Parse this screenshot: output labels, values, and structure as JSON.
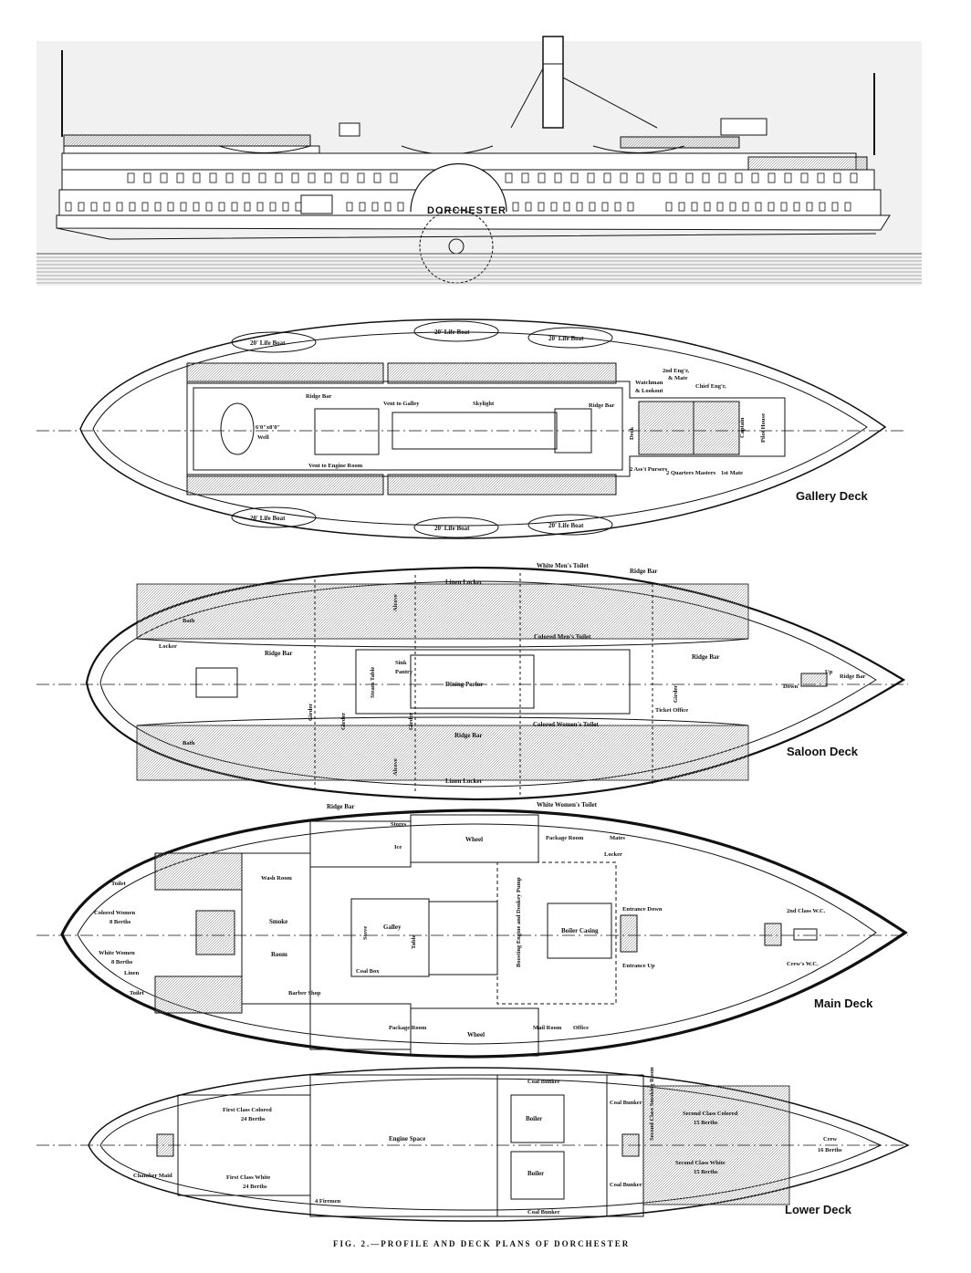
{
  "figure": {
    "caption": "FIG. 2.—PROFILE AND DECK PLANS OF DORCHESTER",
    "ship_name": "DORCHESTER"
  },
  "decks": {
    "gallery": {
      "name": "Gallery Deck",
      "labels": {
        "lifeboat_top_1": "20' Life Boat",
        "lifeboat_top_2": "20' Life Boat",
        "lifeboat_top_3": "20' Life Boat",
        "lifeboat_bot_1": "20' Life Boat",
        "lifeboat_bot_2": "20' Life Boat",
        "lifeboat_bot_3": "20' Life Boat",
        "ridge_bar_1": "Ridge Bar",
        "ridge_bar_2": "Ridge Bar",
        "vent_galley": "Vent to Galley",
        "vent_engine": "Vent to Engine Room",
        "skylight": "Skylight",
        "well_dim": "6'0\"x8'0\"",
        "well": "Well",
        "watchman": "Watchman",
        "lookout": "& Lookout",
        "eng2": "2nd Eng'r,",
        "mate": "& Mate",
        "chief_eng": "Chief Eng'r,",
        "captain": "Captain",
        "pilot_house": "Pilot House",
        "asst_pursers": "2 Ass't Pursers",
        "quarters": "2 Quarters Masters",
        "first_mate": "1st Mate",
        "deck": "Deck"
      }
    },
    "saloon": {
      "name": "Saloon Deck",
      "labels": {
        "white_mens_toilet": "White Men's Toilet",
        "ridge_bar_top": "Ridge Bar",
        "linen_locker_top": "Linen Locker",
        "alcove_top": "Alcove",
        "colored_mens_toilet": "Colored Men's Toilet",
        "ridge_bar_mid_left": "Ridge Bar",
        "ridge_bar_mid_right": "Ridge Bar",
        "locker": "Locker",
        "bath_top": "Bath",
        "bath_bot": "Bath",
        "pantry": "Pantry",
        "sink": "Sink",
        "steam_table": "Steam Table",
        "dining_parlor": "Dining Parlor",
        "ridge_bar_bow": "Ridge Bar",
        "down": "Down",
        "up": "Up",
        "girder_1": "Girder",
        "girder_2": "Girder",
        "girder_3": "Girder",
        "girder_4": "Girder",
        "ticket_office": "Ticket Office",
        "ridge_bar_low": "Ridge Bar",
        "colored_womens_toilet": "Colored Women's Toilet",
        "alcove_bot": "Alcove",
        "linen_locker_bot": "Linen Locker",
        "ridge_bar_bottom": "Ridge Bar",
        "white_womens_toilet": "White Women's Toilet"
      }
    },
    "main": {
      "name": "Main Deck",
      "labels": {
        "stores": "Stores",
        "ice": "Ice",
        "wheel_top": "Wheel",
        "package_room_top": "Package Room",
        "mates": "Mates",
        "locker": "Locker",
        "toilet_top": "Toilet",
        "colored_women": "Colored Women",
        "colored_berths": "8 Berths",
        "white_women": "White Women",
        "white_berths": "8 Berths",
        "linen": "Linen",
        "toilet_bot": "Toilet",
        "wash_room": "Wash Room",
        "smoke": "Smoke",
        "room": "Room",
        "barber_shop": "Barber Shop",
        "stove": "Stove",
        "galley": "Galley",
        "table": "Table",
        "coal_box": "Coal Box",
        "boosting": "Boosting Engine and Donkey Pump",
        "boiler_casing": "Boiler Casing",
        "entrance_down": "Entrance Down",
        "entrance_up": "Entrance Up",
        "second_class_wc": "2nd Class W.C.",
        "crews_wc": "Crew's W.C.",
        "package_room_bot": "Package Room",
        "wheel_bot": "Wheel",
        "mail_room": "Mail Room",
        "office": "Office"
      }
    },
    "lower": {
      "name": "Lower Deck",
      "labels": {
        "first_colored": "First Class Colored",
        "first_colored_berths": "24 Berths",
        "first_white": "First Class White",
        "first_white_berths": "24 Berths",
        "chamber_maid": "Chamber Maid",
        "firemen": "4 Firemen",
        "engine_space": "Engine Space",
        "coal_bunker_top": "Coal Bunker",
        "coal_bunker_bot": "Coal Bunker",
        "coal_bunker_side_top": "Coal Bunker",
        "coal_bunker_side_bot": "Coal Bunker",
        "boiler_1": "Boiler",
        "boiler_2": "Boiler",
        "second_smoking": "Second Class Smoking Room",
        "second_colored": "Second Class Colored",
        "second_colored_berths": "15 Berths",
        "second_white": "Second Class White",
        "second_white_berths": "15 Berths",
        "crew": "Crew",
        "crew_berths": "16 Berths"
      }
    }
  },
  "colors": {
    "ink": "#111111",
    "paper": "#ffffff",
    "hatch": "#7a7a7a"
  }
}
